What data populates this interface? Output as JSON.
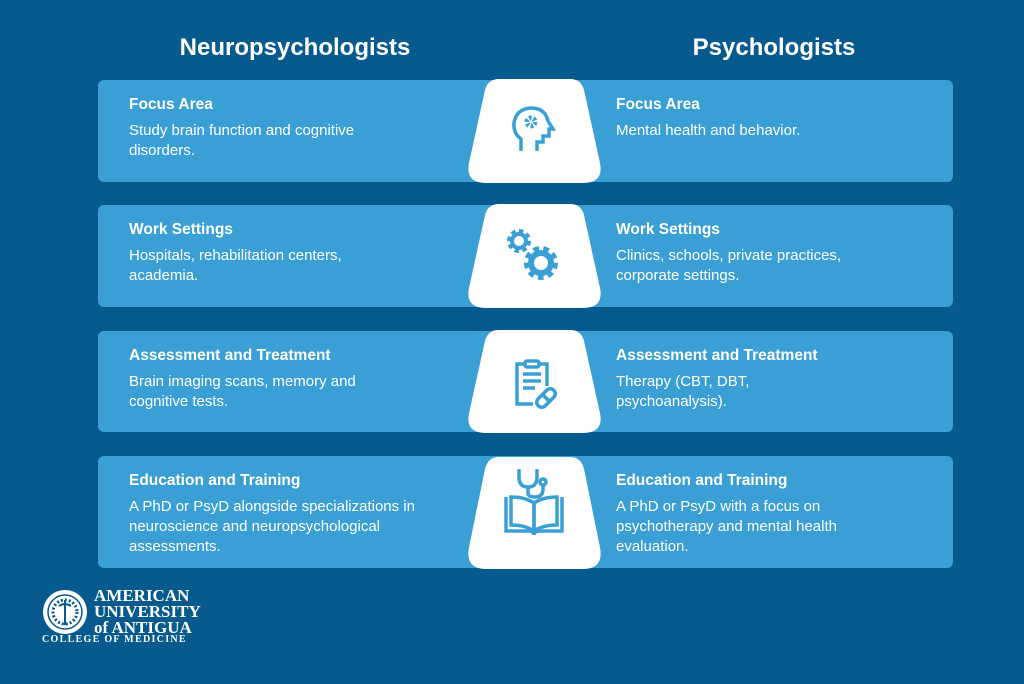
{
  "headers": {
    "left": "Neuropsychologists",
    "right": "Psychologists"
  },
  "rows": [
    {
      "icon": "head-gear-icon",
      "left_title": "Focus Area",
      "left_body": "Study brain function and cognitive disorders.",
      "right_title": "Focus Area",
      "right_body": "Mental health and behavior."
    },
    {
      "icon": "gears-icon",
      "left_title": "Work Settings",
      "left_body": "Hospitals, rehabilitation centers, academia.",
      "right_title": "Work Settings",
      "right_body": "Clinics, schools, private practices, corporate settings."
    },
    {
      "icon": "clipboard-pill-icon",
      "left_title": "Assessment and Treatment",
      "left_body": "Brain imaging scans, memory and cognitive tests.",
      "right_title": "Assessment and Treatment",
      "right_body": "Therapy (CBT, DBT, psychoanalysis)."
    },
    {
      "icon": "book-stethoscope-icon",
      "left_title": "Education and Training",
      "left_body": "A PhD or PsyD alongside specializations in neuroscience and neuropsychological assessments.",
      "right_title": "Education and Training",
      "right_body": "A PhD or PsyD with a focus on psychotherapy and mental health evaluation."
    }
  ],
  "logo": {
    "line1": "AMERICAN",
    "line2": "UNIVERSITY",
    "line3": "of ANTIGUA",
    "line4": "COLLEGE OF MEDICINE"
  },
  "colors": {
    "background": "#065a8e",
    "card": "#3a9fd4",
    "icon_box": "#ffffff"
  }
}
